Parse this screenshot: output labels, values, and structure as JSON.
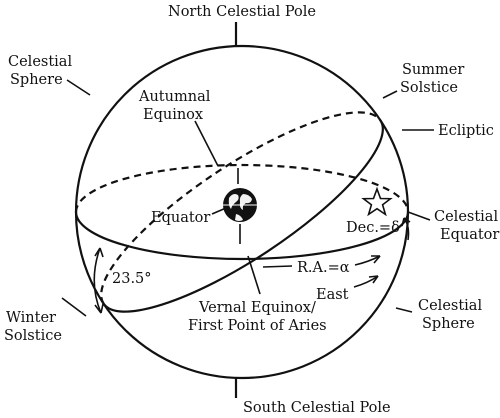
{
  "labels": {
    "north_pole": "North Celestial Pole",
    "south_pole": "South Celestial Pole",
    "celestial_sphere_left_1": "Celestial",
    "celestial_sphere_left_2": "Sphere",
    "celestial_sphere_right_1": "Celestial",
    "celestial_sphere_right_2": "Sphere",
    "summer_solstice_1": "Summer",
    "summer_solstice_2": "Solstice",
    "ecliptic": "Ecliptic",
    "autumnal_equinox_1": "Autumnal",
    "autumnal_equinox_2": "Equinox",
    "equator": "Equator",
    "declination": "Dec.=δ",
    "celestial_equator_1": "Celestial",
    "celestial_equator_2": "Equator",
    "tilt_angle": "23.5°",
    "right_ascension": "R.A.=α",
    "east": "East",
    "winter_solstice_1": "Winter",
    "winter_solstice_2": "Solstice",
    "vernal_equinox_1": "Vernal Equinox/",
    "vernal_equinox_2": "First Point of Aries"
  },
  "colors": {
    "ink": "#111111",
    "background": "#ffffff"
  }
}
